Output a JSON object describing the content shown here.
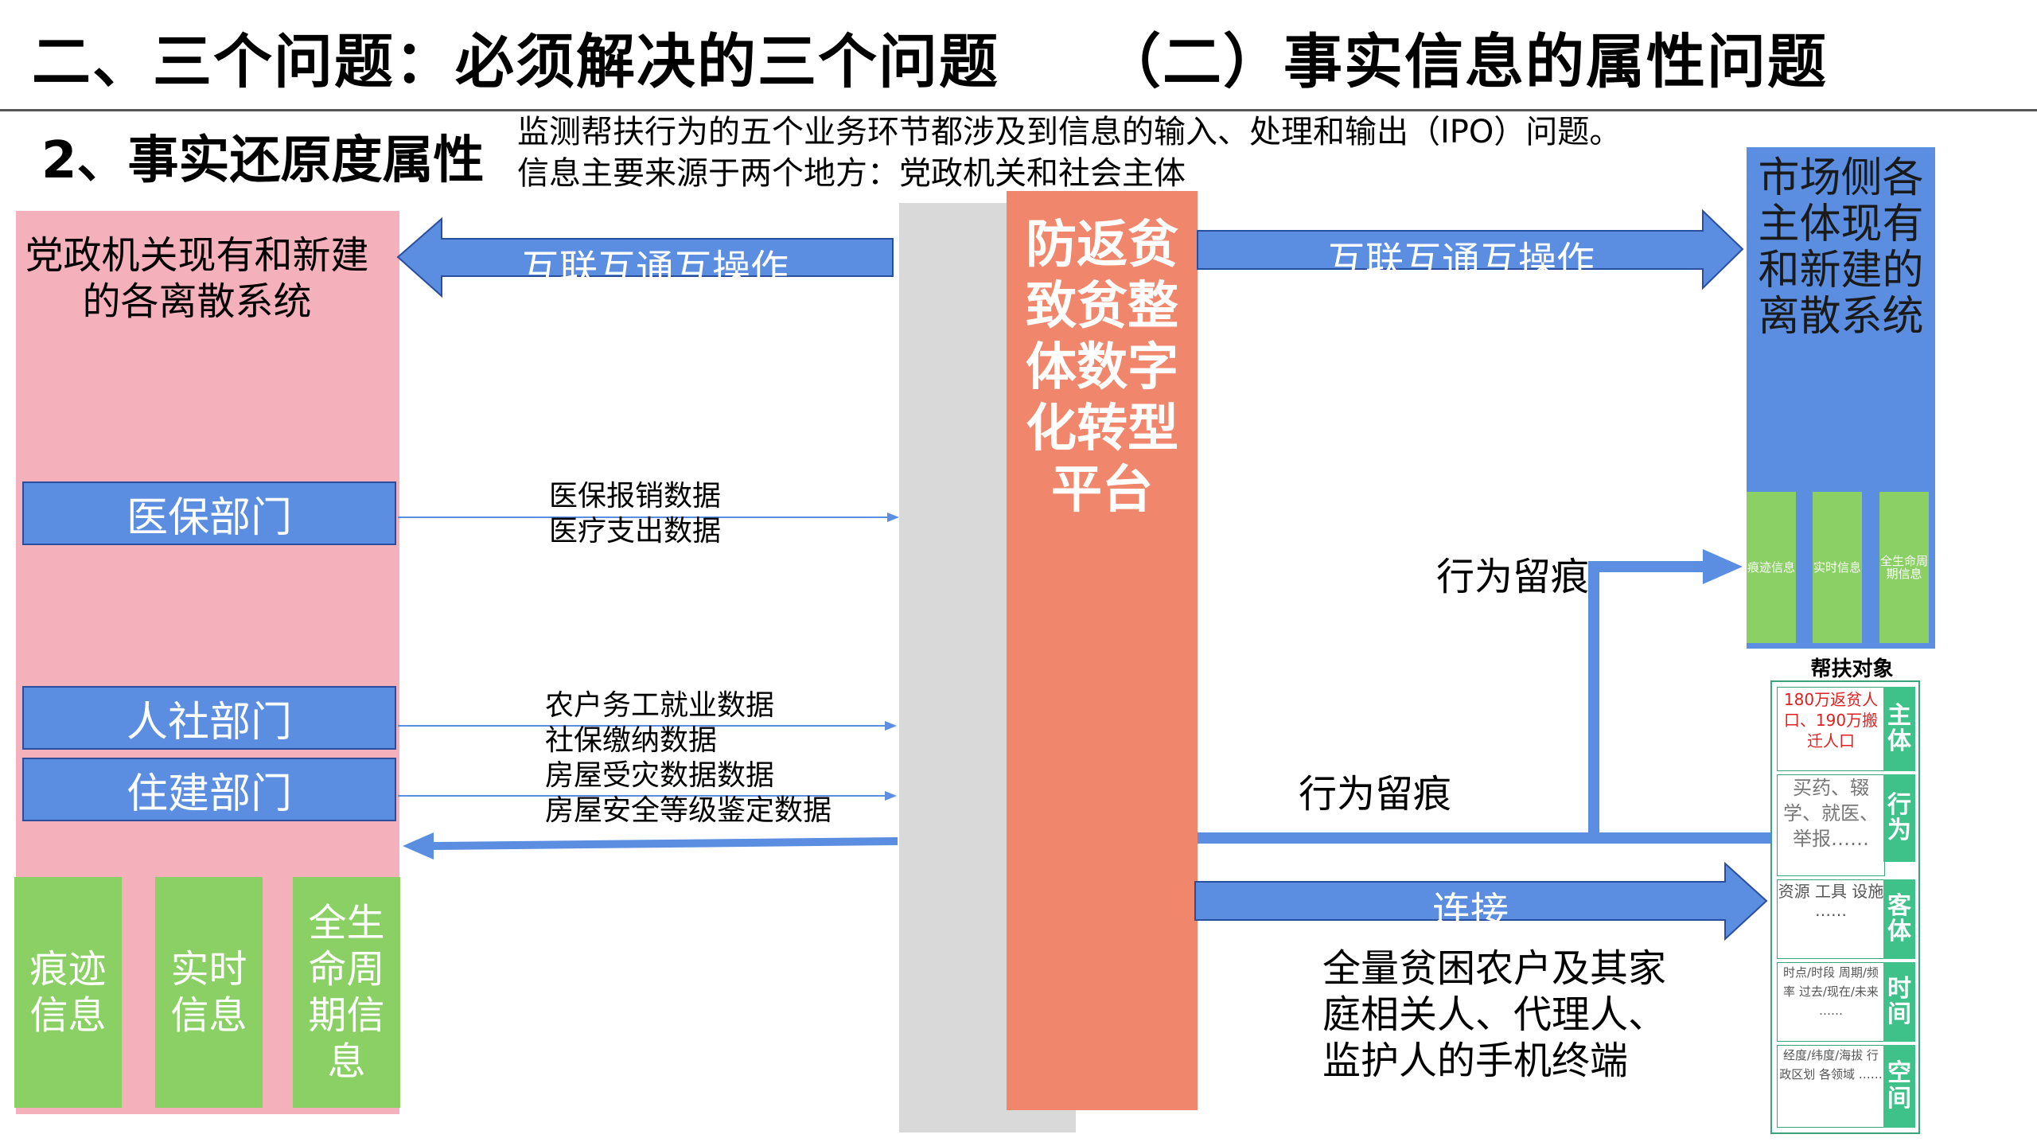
{
  "header": {
    "title": "二、三个问题：必须解决的三个问题",
    "title_right": "（二）事实信息的属性问题",
    "subtitle": "2、事实还原度属性",
    "intro_line1": "监测帮扶行为的五个业务环节都涉及到信息的输入、处理和输出（IPO）问题。",
    "intro_line2": "信息主要来源于两个地方：党政机关和社会主体"
  },
  "left": {
    "title": "党政机关现有和新建的各离散系统",
    "departments": [
      "医保部门",
      "人社部门",
      "住建部门"
    ],
    "info_boxes": [
      "痕迹信息",
      "实时信息",
      "全生命周期信息"
    ]
  },
  "center": {
    "platform": "防返贫致贫整体数字化转型平台"
  },
  "arrows": {
    "left_interop": "互联互通互操作",
    "right_interop": "互联互通互操作",
    "trace_upper": "行为留痕",
    "trace_lower": "行为留痕",
    "connect": "连接"
  },
  "data_labels": {
    "medical": [
      "医保报销数据",
      "医疗支出数据"
    ],
    "social": [
      "农户务工就业数据",
      "社保缴纳数据"
    ],
    "housing": [
      "房屋受灾数据数据",
      "房屋安全等级鉴定数据"
    ]
  },
  "right": {
    "title": "市场侧各主体现有和新建的离散系统",
    "info_boxes": [
      "痕迹信息",
      "实时信息",
      "全生命周期信息"
    ]
  },
  "panel": {
    "title": "帮扶对象",
    "rows": [
      {
        "side": "主体",
        "cell": "180万返贫人口、190万搬迁人口"
      },
      {
        "side": "行为",
        "cell": "买药、辍学、就医、举报……"
      },
      {
        "side": "客体",
        "cell": "资源 工具 设施 ……"
      },
      {
        "side": "时间",
        "cell": "时点/时段 周期/频率 过去/现在/未来 ……"
      },
      {
        "side": "空间",
        "cell": "经度/纬度/海拔 行政区划 各领域 ……"
      }
    ]
  },
  "phone_text": "全量贫困农户及其家庭相关人、代理人、监护人的手机终端",
  "colors": {
    "pink": "#f5b1bb",
    "blue": "#5b8de0",
    "green": "#8bd064",
    "salmon": "#f0876d",
    "gray": "#d9d9d9",
    "teal": "#3fc18a",
    "red_text": "#e02020"
  }
}
